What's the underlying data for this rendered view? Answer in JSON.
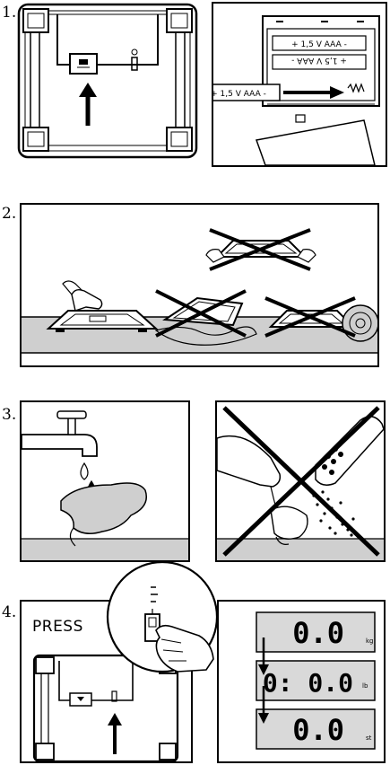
{
  "steps": [
    {
      "number": "1."
    },
    {
      "number": "2."
    },
    {
      "number": "3."
    },
    {
      "number": "4."
    }
  ],
  "battery": {
    "label": "+ 1,5 V AAA -",
    "count": 3
  },
  "press_label": "PRESS",
  "display": {
    "readouts": [
      "0.0",
      "0: 0.0",
      "0.0"
    ],
    "units": [
      "kg",
      "lb",
      "st"
    ]
  },
  "colors": {
    "floor": "#cfcfcf",
    "lcd": "#d9d9d9",
    "ink": "#000000"
  }
}
